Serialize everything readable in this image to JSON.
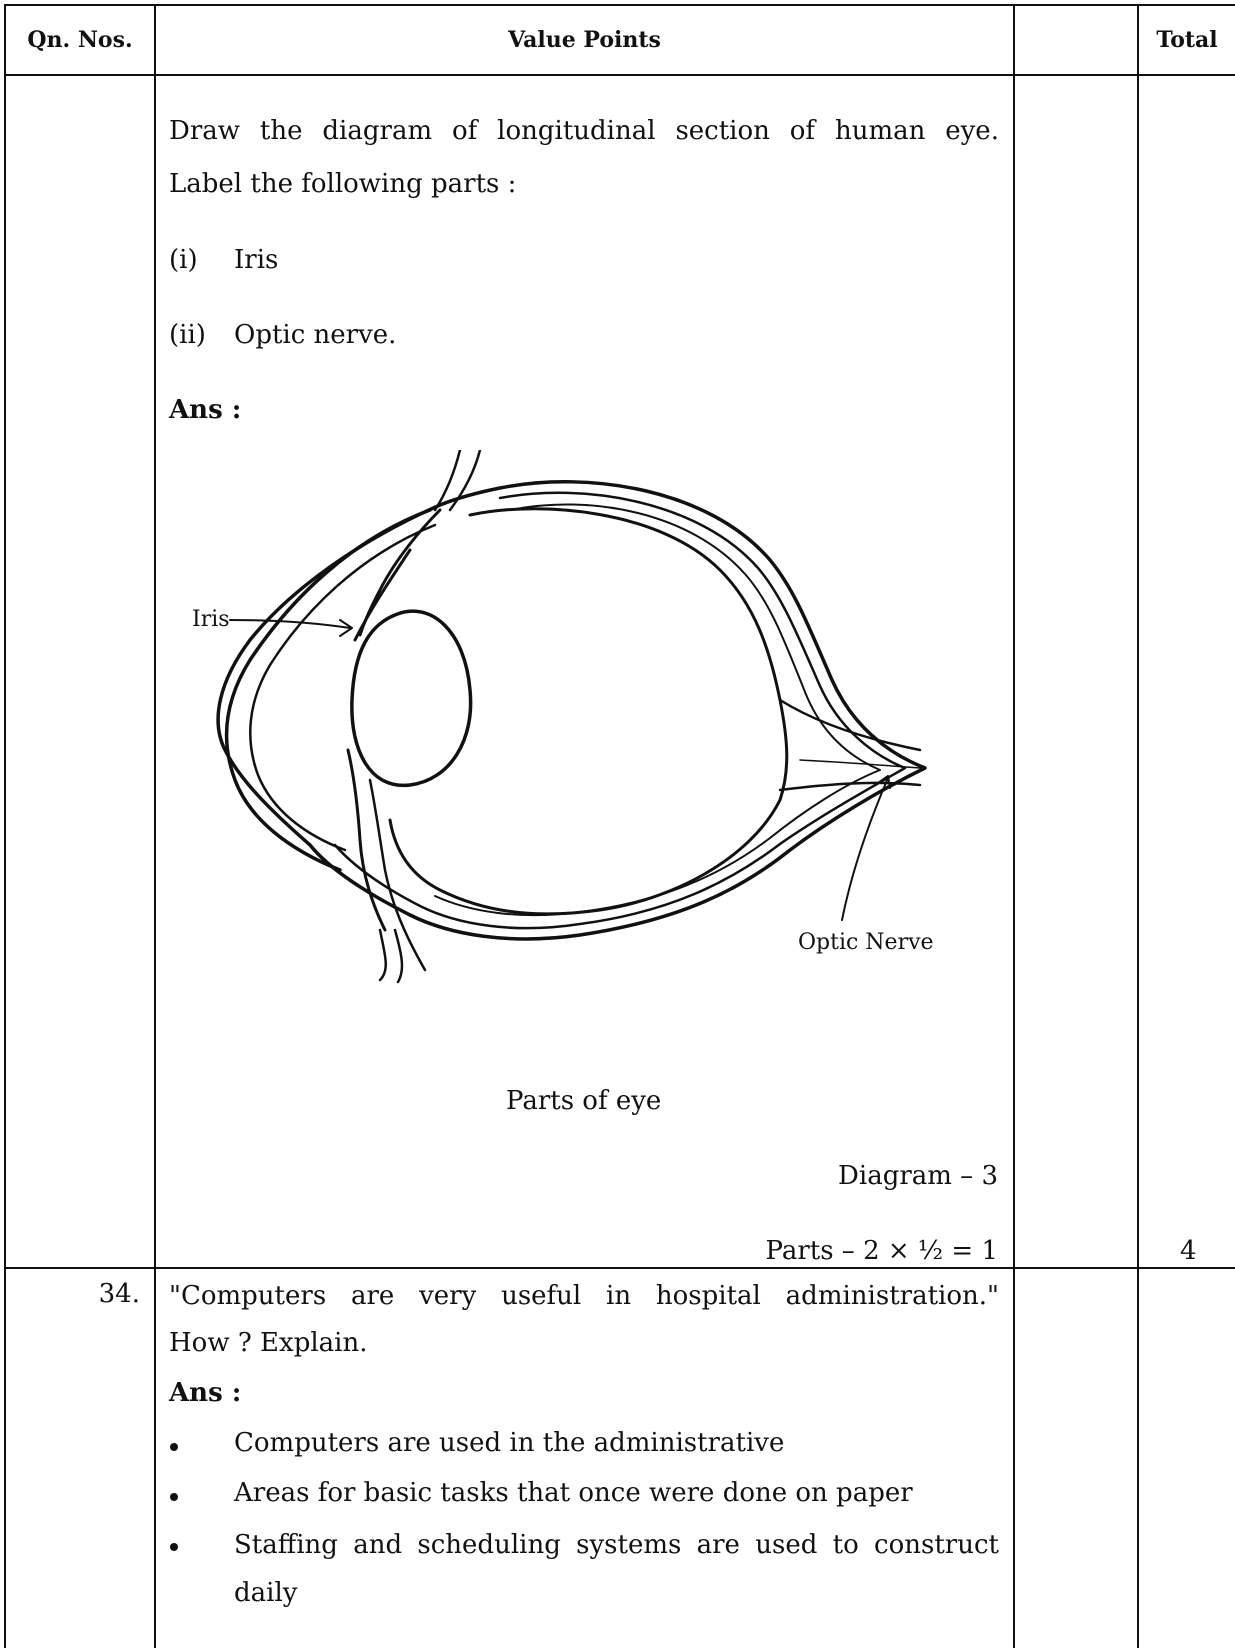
{
  "header": {
    "qn_nos": "Qn. Nos.",
    "value_points": "Value Points",
    "total": "Total"
  },
  "q33": {
    "question_line1": [
      "Draw",
      "the",
      "diagram",
      "of",
      "longitudinal",
      "section",
      "of",
      "human",
      "eye."
    ],
    "question_line2": "Label the following parts :",
    "part_i_num": "(i)",
    "part_i_text": "Iris",
    "part_ii_num": "(ii)",
    "part_ii_text": "Optic nerve.",
    "ans_label": "Ans :",
    "diagram": {
      "label_iris": "Iris",
      "label_optic_nerve": "Optic Nerve",
      "caption": "Parts of eye"
    },
    "marks_diagram": "Diagram – 3",
    "marks_parts": "Parts – 2 × ½ = 1",
    "total": "4"
  },
  "q34": {
    "number": "34.",
    "question_line1": [
      "\"Computers",
      "are",
      "very",
      "useful",
      "in",
      "hospital",
      "administration.\""
    ],
    "question_line2": "How ? Explain.",
    "ans_label": "Ans :",
    "bullets": [
      "Computers are used in the administrative",
      "Areas for basic tasks that once were done on paper"
    ],
    "bullet3_line1": [
      "Staffing",
      "and",
      "scheduling",
      "systems",
      "are",
      "used",
      "to",
      "construct"
    ],
    "bullet3_line2": "daily"
  }
}
